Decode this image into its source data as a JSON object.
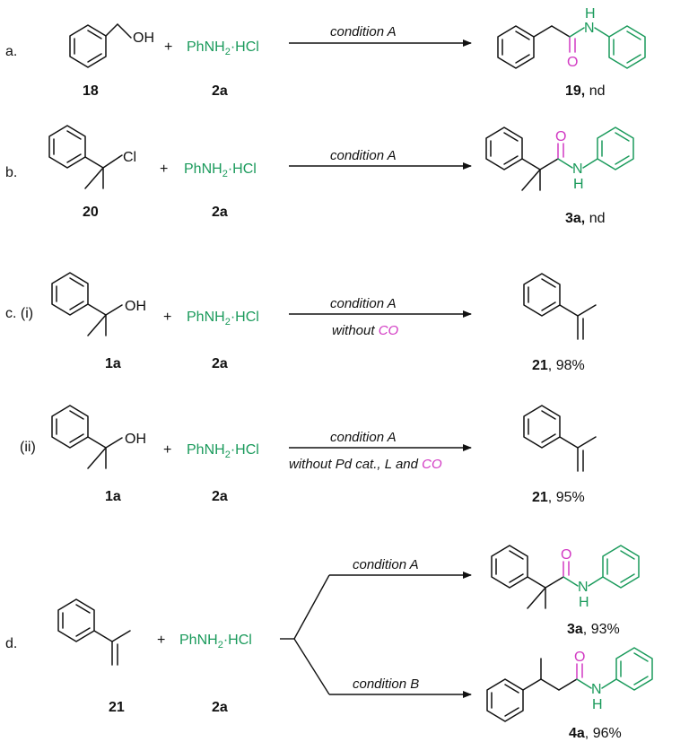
{
  "rows": {
    "a": {
      "label": "a.",
      "reactant_1": {
        "atom": "OH",
        "number": "18"
      },
      "reagent": {
        "text": "PhNH",
        "sub": "2",
        "salt": "·HCl",
        "number": "2a"
      },
      "plus": "+",
      "conditions": [
        "condition A"
      ],
      "product": {
        "atoms": [
          "O",
          "N",
          "H"
        ],
        "number": "19,",
        "yield": " nd"
      }
    },
    "b": {
      "label": "b.",
      "reactant_1": {
        "atom": "Cl",
        "number": "20"
      },
      "reagent": {
        "text": "PhNH",
        "sub": "2",
        "salt": "·HCl",
        "number": "2a"
      },
      "plus": "+",
      "conditions": [
        "condition A"
      ],
      "product": {
        "atoms": [
          "O",
          "N",
          "H"
        ],
        "number": "3a,",
        "yield": " nd"
      }
    },
    "c_i": {
      "label": "c. (i)",
      "reactant_1": {
        "atom": "OH",
        "number": "1a"
      },
      "reagent": {
        "text": "PhNH",
        "sub": "2",
        "salt": "·HCl",
        "number": "2a"
      },
      "plus": "+",
      "conditions": [
        "condition A",
        "without ",
        "CO"
      ],
      "product": {
        "number": "21",
        "yield": ", 98%"
      }
    },
    "c_ii": {
      "label": "(ii)",
      "reactant_1": {
        "atom": "OH",
        "number": "1a"
      },
      "reagent": {
        "text": "PhNH",
        "sub": "2",
        "salt": "·HCl",
        "number": "2a"
      },
      "plus": "+",
      "conditions": [
        "condition A",
        "without Pd cat., L and ",
        "CO"
      ],
      "product": {
        "number": "21",
        "yield": ", 95%"
      }
    },
    "d": {
      "label": "d.",
      "reactant_1": {
        "number": "21"
      },
      "reagent": {
        "text": "PhNH",
        "sub": "2",
        "salt": "·HCl",
        "number": "2a"
      },
      "plus": "+",
      "branch_a": {
        "condition": "condition A",
        "atoms": [
          "O",
          "N",
          "H"
        ],
        "number": "3a",
        "yield": ", 93%"
      },
      "branch_b": {
        "condition": "condition B",
        "atoms": [
          "O",
          "N",
          "H"
        ],
        "number": "4a",
        "yield": ", 96%"
      }
    }
  },
  "colors": {
    "amine": "#1a9a5b",
    "carbonyl": "#d23ac3",
    "ink": "#111111"
  }
}
